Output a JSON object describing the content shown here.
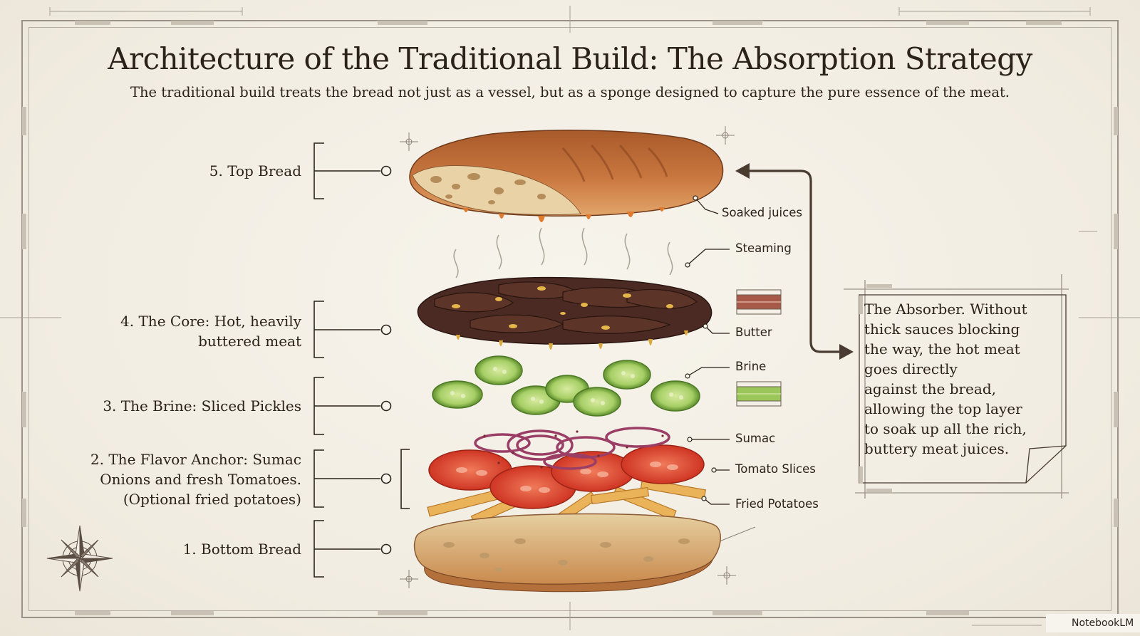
{
  "title": "Architecture of the Traditional Build: The Absorption Strategy",
  "subtitle": "The traditional build treats the bread not just as a vessel, but as a sponge designed to capture the pure essence of the meat.",
  "layers": [
    {
      "label": "5. Top Bread"
    },
    {
      "label": "4. The Core: Hot, heavily\nbuttered meat"
    },
    {
      "label": "3. The Brine: Sliced Pickles"
    },
    {
      "label": "2. The Flavor Anchor: Sumac\nOnions and fresh Tomatoes.\n(Optional fried potatoes)"
    },
    {
      "label": "1. Bottom Bread"
    }
  ],
  "annotations": [
    "Soaked juices",
    "Steaming",
    "Butter",
    "Brine",
    "Sumac",
    "Tomato Slices",
    "Fried Potatoes"
  ],
  "callout": "The Absorber. Without\nthick sauces blocking\nthe way, the hot meat\ngoes directly\nagainst the bread,\nallowing the top layer\nto soak up all the rich,\nbuttery meat juices.",
  "brand": "NotebookLM",
  "colors": {
    "ink": "#2b221a",
    "bread": "#c9773f",
    "crumb": "#e8d3a8",
    "meat": "#4a2a22",
    "pickle": "#8cbf4a",
    "tomato": "#d9412e",
    "onion": "#a3466b",
    "potato": "#e5a64b"
  }
}
